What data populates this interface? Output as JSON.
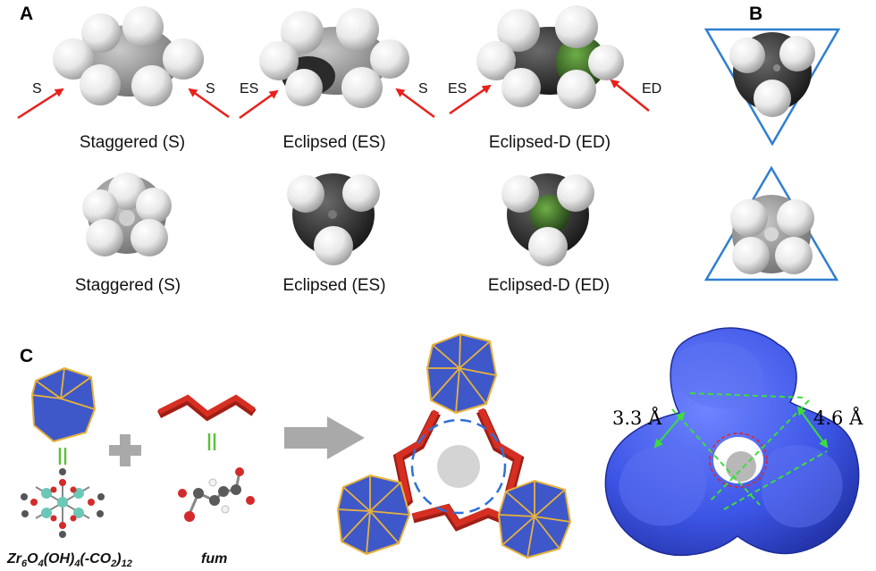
{
  "panels": {
    "a": "A",
    "b": "B",
    "c": "C"
  },
  "row1": {
    "staggered": {
      "caption": "Staggered (S)",
      "left_arrow": "S",
      "right_arrow": "S"
    },
    "eclipsed": {
      "caption": "Eclipsed (ES)",
      "left_arrow": "ES",
      "right_arrow": "S"
    },
    "eclipsed_d": {
      "caption": "Eclipsed-D (ED)",
      "left_arrow": "ES",
      "right_arrow": "ED"
    }
  },
  "row2": {
    "staggered": {
      "caption": "Staggered (S)"
    },
    "eclipsed": {
      "caption": "Eclipsed (ES)"
    },
    "eclipsed_d": {
      "caption": "Eclipsed-D (ED)"
    }
  },
  "panel_c": {
    "formula": {
      "p1": "Zr",
      "s1": "6",
      "p2": "O",
      "s2": "4",
      "p3": "(OH)",
      "s3": "4",
      "p4": "(-CO",
      "s4": "2",
      "p5": ")",
      "s5": "12"
    },
    "linker_label": "fum",
    "measure_left": "3.3 Å",
    "measure_right": "4.6 Å"
  },
  "colors": {
    "arrow_red": "#e8211d",
    "triangle_blue": "#2f7fd0",
    "cluster_blue": "#3f58c9",
    "cluster_edge": "#e7b23c",
    "linker_red": "#d62f22",
    "surface_blue": "#3d55e6",
    "dashed_green": "#3ddc3d",
    "carbon_dark": "#2b2b2b",
    "carbon_green": "#3e6b2c"
  }
}
